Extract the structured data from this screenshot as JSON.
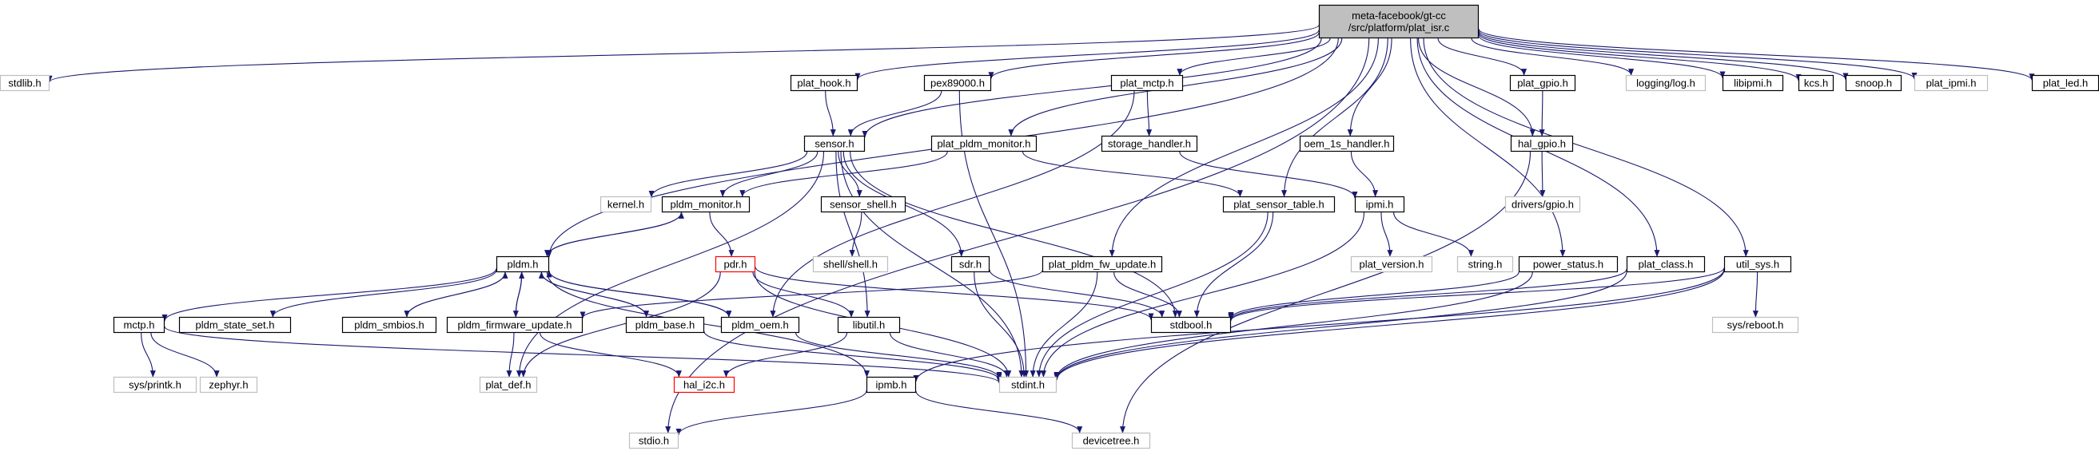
{
  "colors": {
    "edge": "#191970",
    "node_border": "#000000",
    "node_border_missing": "#bfbfbf",
    "node_border_highlight": "#ff0000",
    "root_fill": "#bfbfbf",
    "node_fill": "#ffffff",
    "text_missing": "#7f7f7f"
  },
  "nodes": [
    {
      "id": "root",
      "lines": [
        "meta-facebook/gt-cc",
        "/src/platform/plat_isr.c"
      ],
      "style": "root"
    },
    {
      "id": "stdlib",
      "lines": [
        "stdlib.h"
      ],
      "style": "missing"
    },
    {
      "id": "stdio",
      "lines": [
        "stdio.h"
      ],
      "style": "missing"
    },
    {
      "id": "plat_hook",
      "lines": [
        "plat_hook.h"
      ],
      "style": "normal"
    },
    {
      "id": "pex89000",
      "lines": [
        "pex89000.h"
      ],
      "style": "normal"
    },
    {
      "id": "plat_mctp",
      "lines": [
        "plat_mctp.h"
      ],
      "style": "normal"
    },
    {
      "id": "plat_gpio",
      "lines": [
        "plat_gpio.h"
      ],
      "style": "normal"
    },
    {
      "id": "logging_log",
      "lines": [
        "logging/log.h"
      ],
      "style": "missing"
    },
    {
      "id": "libipmi",
      "lines": [
        "libipmi.h"
      ],
      "style": "normal"
    },
    {
      "id": "kcs",
      "lines": [
        "kcs.h"
      ],
      "style": "normal"
    },
    {
      "id": "snoop",
      "lines": [
        "snoop.h"
      ],
      "style": "normal"
    },
    {
      "id": "plat_ipmi",
      "lines": [
        "plat_ipmi.h"
      ],
      "style": "missing"
    },
    {
      "id": "plat_led",
      "lines": [
        "plat_led.h"
      ],
      "style": "normal"
    },
    {
      "id": "sensor",
      "lines": [
        "sensor.h"
      ],
      "style": "normal"
    },
    {
      "id": "plat_pldm_monitor",
      "lines": [
        "plat_pldm_monitor.h"
      ],
      "style": "normal"
    },
    {
      "id": "storage_handler",
      "lines": [
        "storage_handler.h"
      ],
      "style": "normal"
    },
    {
      "id": "oem_1s_handler",
      "lines": [
        "oem_1s_handler.h"
      ],
      "style": "normal"
    },
    {
      "id": "hal_gpio",
      "lines": [
        "hal_gpio.h"
      ],
      "style": "normal"
    },
    {
      "id": "kernel",
      "lines": [
        "kernel.h"
      ],
      "style": "missing"
    },
    {
      "id": "pldm_monitor",
      "lines": [
        "pldm_monitor.h"
      ],
      "style": "normal"
    },
    {
      "id": "sensor_shell",
      "lines": [
        "sensor_shell.h"
      ],
      "style": "normal"
    },
    {
      "id": "plat_sensor_table",
      "lines": [
        "plat_sensor_table.h"
      ],
      "style": "normal"
    },
    {
      "id": "ipmi",
      "lines": [
        "ipmi.h"
      ],
      "style": "normal"
    },
    {
      "id": "drivers_gpio",
      "lines": [
        "drivers/gpio.h"
      ],
      "style": "missing"
    },
    {
      "id": "pldm",
      "lines": [
        "pldm.h"
      ],
      "style": "normal"
    },
    {
      "id": "pdr",
      "lines": [
        "pdr.h"
      ],
      "style": "highlight"
    },
    {
      "id": "shell",
      "lines": [
        "shell/shell.h"
      ],
      "style": "missing"
    },
    {
      "id": "sdr",
      "lines": [
        "sdr.h"
      ],
      "style": "normal"
    },
    {
      "id": "plat_pldm_fw_update",
      "lines": [
        "plat_pldm_fw_update.h"
      ],
      "style": "normal"
    },
    {
      "id": "plat_version",
      "lines": [
        "plat_version.h"
      ],
      "style": "missing"
    },
    {
      "id": "string",
      "lines": [
        "string.h"
      ],
      "style": "missing"
    },
    {
      "id": "power_status",
      "lines": [
        "power_status.h"
      ],
      "style": "normal"
    },
    {
      "id": "plat_class",
      "lines": [
        "plat_class.h"
      ],
      "style": "normal"
    },
    {
      "id": "util_sys",
      "lines": [
        "util_sys.h"
      ],
      "style": "normal"
    },
    {
      "id": "mctp",
      "lines": [
        "mctp.h"
      ],
      "style": "normal"
    },
    {
      "id": "pldm_state_set",
      "lines": [
        "pldm_state_set.h"
      ],
      "style": "normal"
    },
    {
      "id": "pldm_smbios",
      "lines": [
        "pldm_smbios.h"
      ],
      "style": "normal"
    },
    {
      "id": "pldm_firmware_update",
      "lines": [
        "pldm_firmware_update.h"
      ],
      "style": "normal"
    },
    {
      "id": "pldm_base",
      "lines": [
        "pldm_base.h"
      ],
      "style": "normal"
    },
    {
      "id": "pldm_oem",
      "lines": [
        "pldm_oem.h"
      ],
      "style": "normal"
    },
    {
      "id": "libutil",
      "lines": [
        "libutil.h"
      ],
      "style": "normal"
    },
    {
      "id": "stdbool",
      "lines": [
        "stdbool.h"
      ],
      "style": "normal"
    },
    {
      "id": "sys_reboot",
      "lines": [
        "sys/reboot.h"
      ],
      "style": "missing"
    },
    {
      "id": "sys_printk",
      "lines": [
        "sys/printk.h"
      ],
      "style": "missing"
    },
    {
      "id": "zephyr",
      "lines": [
        "zephyr.h"
      ],
      "style": "missing"
    },
    {
      "id": "plat_def",
      "lines": [
        "plat_def.h"
      ],
      "style": "missing"
    },
    {
      "id": "hal_i2c",
      "lines": [
        "hal_i2c.h"
      ],
      "style": "highlight"
    },
    {
      "id": "stdint",
      "lines": [
        "stdint.h"
      ],
      "style": "missing"
    },
    {
      "id": "ipmb",
      "lines": [
        "ipmb.h"
      ],
      "style": "normal"
    },
    {
      "id": "devicetree",
      "lines": [
        "devicetree.h"
      ],
      "style": "missing"
    }
  ],
  "edges": [
    [
      "root",
      "stdlib"
    ],
    [
      "root",
      "stdio"
    ],
    [
      "root",
      "plat_hook"
    ],
    [
      "root",
      "pex89000"
    ],
    [
      "root",
      "plat_mctp"
    ],
    [
      "root",
      "plat_gpio"
    ],
    [
      "root",
      "logging_log"
    ],
    [
      "root",
      "libipmi"
    ],
    [
      "root",
      "kcs"
    ],
    [
      "root",
      "snoop"
    ],
    [
      "root",
      "plat_ipmi"
    ],
    [
      "root",
      "plat_led"
    ],
    [
      "root",
      "sensor"
    ],
    [
      "root",
      "plat_pldm_monitor"
    ],
    [
      "root",
      "oem_1s_handler"
    ],
    [
      "root",
      "hal_gpio"
    ],
    [
      "root",
      "plat_sensor_table"
    ],
    [
      "root",
      "pldm"
    ],
    [
      "root",
      "plat_pldm_fw_update"
    ],
    [
      "root",
      "power_status"
    ],
    [
      "root",
      "plat_class"
    ],
    [
      "root",
      "util_sys"
    ],
    [
      "plat_hook",
      "sensor"
    ],
    [
      "pex89000",
      "sensor"
    ],
    [
      "pex89000",
      "stdint"
    ],
    [
      "plat_mctp",
      "storage_handler"
    ],
    [
      "plat_mctp",
      "pldm_oem"
    ],
    [
      "plat_gpio",
      "hal_gpio"
    ],
    [
      "hal_gpio",
      "drivers_gpio"
    ],
    [
      "hal_gpio",
      "devicetree"
    ],
    [
      "plat_pldm_monitor",
      "pldm_monitor"
    ],
    [
      "plat_pldm_monitor",
      "plat_sensor_table"
    ],
    [
      "storage_handler",
      "ipmi"
    ],
    [
      "oem_1s_handler",
      "ipmi"
    ],
    [
      "sensor",
      "kernel"
    ],
    [
      "sensor",
      "pldm_monitor"
    ],
    [
      "sensor",
      "sensor_shell"
    ],
    [
      "sensor",
      "sdr"
    ],
    [
      "sensor",
      "stdbool"
    ],
    [
      "sensor",
      "stdint"
    ],
    [
      "sensor",
      "plat_def"
    ],
    [
      "sensor",
      "libutil"
    ],
    [
      "sensor_shell",
      "shell"
    ],
    [
      "pldm_monitor",
      "pldm"
    ],
    [
      "pldm_monitor",
      "pdr"
    ],
    [
      "pldm",
      "pldm_monitor"
    ],
    [
      "pldm",
      "mctp"
    ],
    [
      "pldm",
      "pldm_state_set"
    ],
    [
      "pldm",
      "pldm_smbios"
    ],
    [
      "pldm",
      "pldm_firmware_update"
    ],
    [
      "pldm",
      "pldm_base"
    ],
    [
      "pldm",
      "pldm_oem"
    ],
    [
      "pldm",
      "ipmb"
    ],
    [
      "pldm_smbios",
      "pldm"
    ],
    [
      "pldm_firmware_update",
      "pldm"
    ],
    [
      "pldm_base",
      "pldm"
    ],
    [
      "pldm_oem",
      "pldm"
    ],
    [
      "pldm_firmware_update",
      "plat_def"
    ],
    [
      "pldm_firmware_update",
      "hal_i2c"
    ],
    [
      "pldm_base",
      "stdint"
    ],
    [
      "pldm_oem",
      "stdint"
    ],
    [
      "pdr",
      "stdbool"
    ],
    [
      "pdr",
      "stdint"
    ],
    [
      "pdr",
      "plat_def"
    ],
    [
      "pdr",
      "libutil"
    ],
    [
      "sdr",
      "stdbool"
    ],
    [
      "sdr",
      "stdint"
    ],
    [
      "libutil",
      "stdint"
    ],
    [
      "libutil",
      "hal_i2c"
    ],
    [
      "plat_pldm_fw_update",
      "pldm_firmware_update"
    ],
    [
      "plat_pldm_fw_update",
      "stdbool"
    ],
    [
      "plat_pldm_fw_update",
      "stdint"
    ],
    [
      "plat_sensor_table",
      "stdbool"
    ],
    [
      "plat_sensor_table",
      "stdint"
    ],
    [
      "ipmi",
      "plat_version"
    ],
    [
      "ipmi",
      "string"
    ],
    [
      "ipmi",
      "stdint"
    ],
    [
      "power_status",
      "stdbool"
    ],
    [
      "power_status",
      "stdint"
    ],
    [
      "plat_class",
      "stdbool"
    ],
    [
      "plat_class",
      "stdint"
    ],
    [
      "util_sys",
      "sys_reboot"
    ],
    [
      "util_sys",
      "stdbool"
    ],
    [
      "util_sys",
      "stdint"
    ],
    [
      "util_sys",
      "ipmb"
    ],
    [
      "mctp",
      "sys_printk"
    ],
    [
      "mctp",
      "zephyr"
    ],
    [
      "mctp",
      "stdint"
    ],
    [
      "ipmb",
      "stdio"
    ],
    [
      "ipmb",
      "devicetree"
    ]
  ]
}
